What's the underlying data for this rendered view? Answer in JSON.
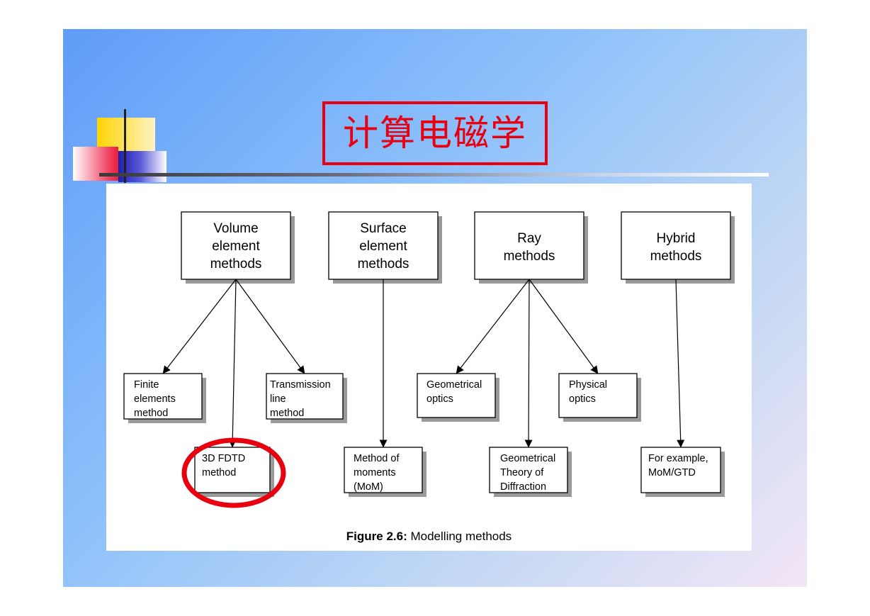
{
  "title": "计算电磁学",
  "caption": {
    "label": "Figure 2.6:",
    "text": " Modelling methods"
  },
  "colors": {
    "title": "#e8000f",
    "highlight": "#e8000f",
    "slide_bg_start": "#5f9cf8",
    "slide_bg_end": "#f3e6f6"
  },
  "nodes": {
    "volume": [
      "Volume",
      "element",
      "methods"
    ],
    "surface": [
      "Surface",
      "element",
      "methods"
    ],
    "ray": [
      "Ray",
      "methods"
    ],
    "hybrid": [
      "Hybrid",
      "methods"
    ],
    "finite": [
      "Finite",
      "elements",
      "method"
    ],
    "transmission": [
      "Transmission",
      "line",
      "method"
    ],
    "fdtd": [
      "3D FDTD",
      "method"
    ],
    "mom": [
      "Method of",
      "moments",
      "(MoM)"
    ],
    "geo_optics": [
      "Geometrical",
      "optics"
    ],
    "gtd": [
      "Geometrical",
      "Theory of",
      "Diffraction"
    ],
    "phys_optics": [
      "Physical",
      "optics"
    ],
    "example": [
      "For example,",
      "MoM/GTD"
    ]
  },
  "highlighted_node": "fdtd"
}
